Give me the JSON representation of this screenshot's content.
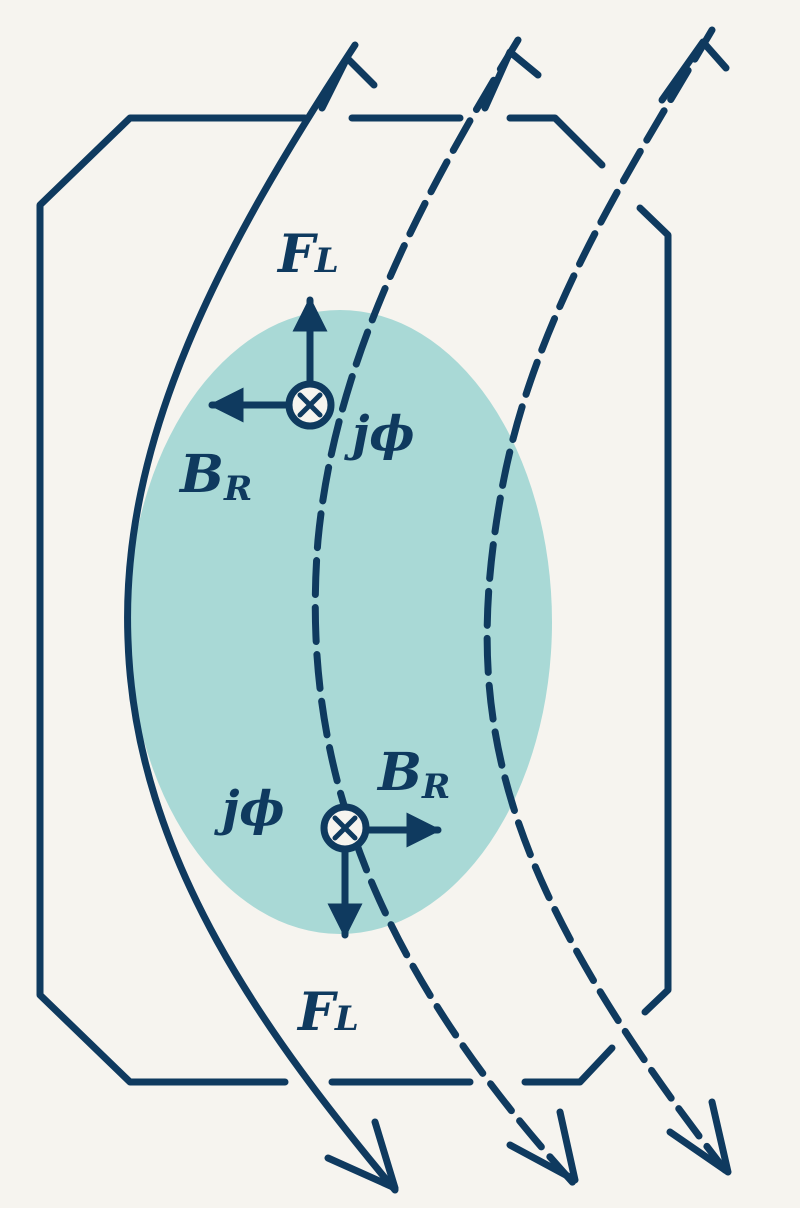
{
  "colors": {
    "ink": "#0f3a5f",
    "plasma": "#a9d9d6",
    "paper": "#f6f4ef"
  },
  "labels": {
    "force_main": "F",
    "force_sub": "L",
    "field_main": "B",
    "field_sub": "R",
    "current": "jϕ"
  },
  "icons": {
    "current_symbol": "circle-cross-into-page-icon"
  }
}
